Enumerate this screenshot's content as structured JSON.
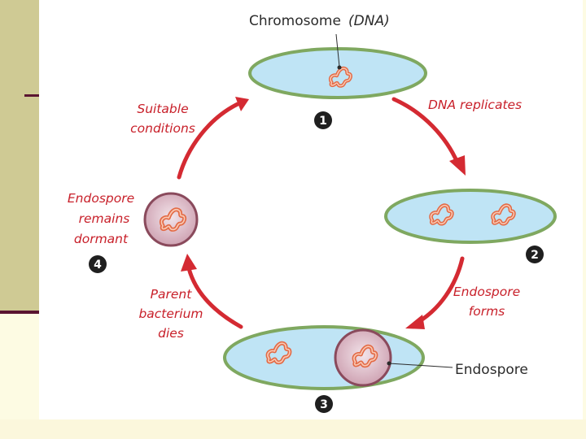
{
  "labels": {
    "chromosome": "Chromosome",
    "dna_paren": "(DNA)",
    "dna_replicates": "DNA replicates",
    "suitable": "Suitable",
    "conditions": "conditions",
    "endospore_line": "Endospore",
    "remains_line": "remains",
    "dormant_line": "dormant",
    "endospore_forms_1": "Endospore",
    "endospore_forms_2": "forms",
    "parent_line": "Parent",
    "bacterium_line": "bacterium",
    "dies_line": "dies",
    "endospore_callout": "Endospore"
  },
  "steps": [
    "1",
    "2",
    "3",
    "4"
  ],
  "colors": {
    "cell_fill": "#bfe4f5",
    "cell_border": "#7fa860",
    "arrow": "#d42a32",
    "spore_fill": "#ddbfcb",
    "spore_border": "#8a4a5c",
    "chromosome": "#e36a45",
    "label_red": "#c8202a"
  }
}
